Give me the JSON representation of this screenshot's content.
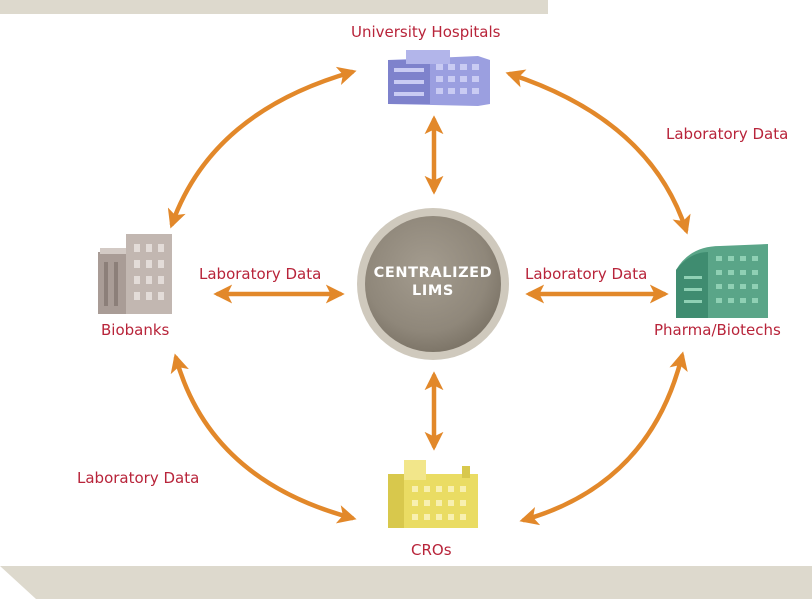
{
  "colors": {
    "label_red": "#b8243a",
    "arrow_orange": "#e2882a",
    "banner_beige": "#ddd9cd",
    "center_dark": "#8f877a",
    "center_ring": "#c9c3b7",
    "hospital_purple": "#8b8fd6",
    "biobank_taupe": "#b7aaa3",
    "pharma_teal": "#5aa588",
    "cro_yellow": "#e9d95c"
  },
  "center": {
    "line1": "CENTRALIZED",
    "line2": "LIMS"
  },
  "nodes": {
    "hospitals": {
      "label": "University Hospitals",
      "icon": "hospital-building-icon"
    },
    "biobanks": {
      "label": "Biobanks",
      "icon": "biobank-building-icon"
    },
    "pharma": {
      "label": "Pharma/Biotechs",
      "icon": "pharma-building-icon"
    },
    "cros": {
      "label": "CROs",
      "icon": "factory-building-icon"
    }
  },
  "edge_labels": {
    "top_right": "Laboratory Data",
    "left": "Laboratory Data",
    "right": "Laboratory Data",
    "bottom_left": "Laboratory Data"
  }
}
